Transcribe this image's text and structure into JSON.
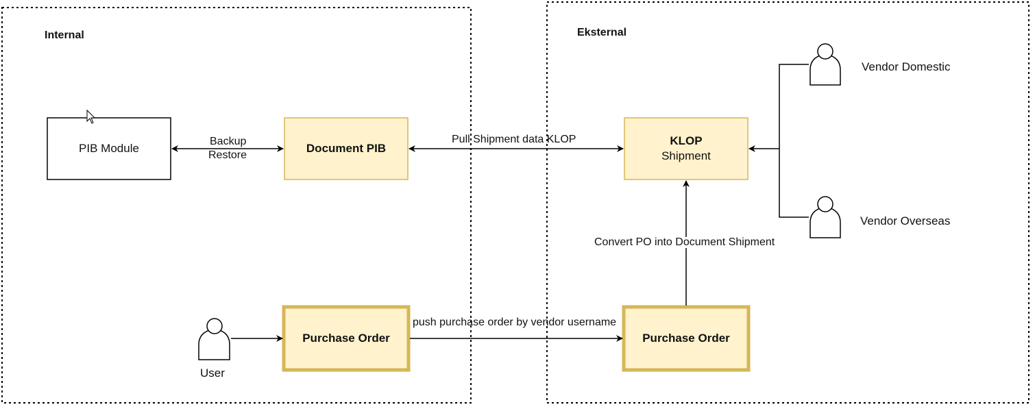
{
  "groups": {
    "internal": "Internal",
    "external": "Eksternal"
  },
  "nodes": {
    "pib_module": "PIB Module",
    "document_pib": "Document PIB",
    "klop_title": "KLOP",
    "klop_subtitle": "Shipment",
    "po_internal": "Purchase Order",
    "po_external": "Purchase Order"
  },
  "actors": {
    "user": "User",
    "vendor_domestic": "Vendor Domestic",
    "vendor_overseas": "Vendor Overseas"
  },
  "edges": {
    "backup": "Backup",
    "restore": "Restore",
    "pull": "Pull Shipment data KLOP",
    "convert": "Convert PO into Document Shipment",
    "push": "push purchase order by vendor username"
  },
  "colors": {
    "fill_yellow": "#FFF2CC",
    "stroke_yellow": "#D6B656",
    "line": "#000000"
  }
}
